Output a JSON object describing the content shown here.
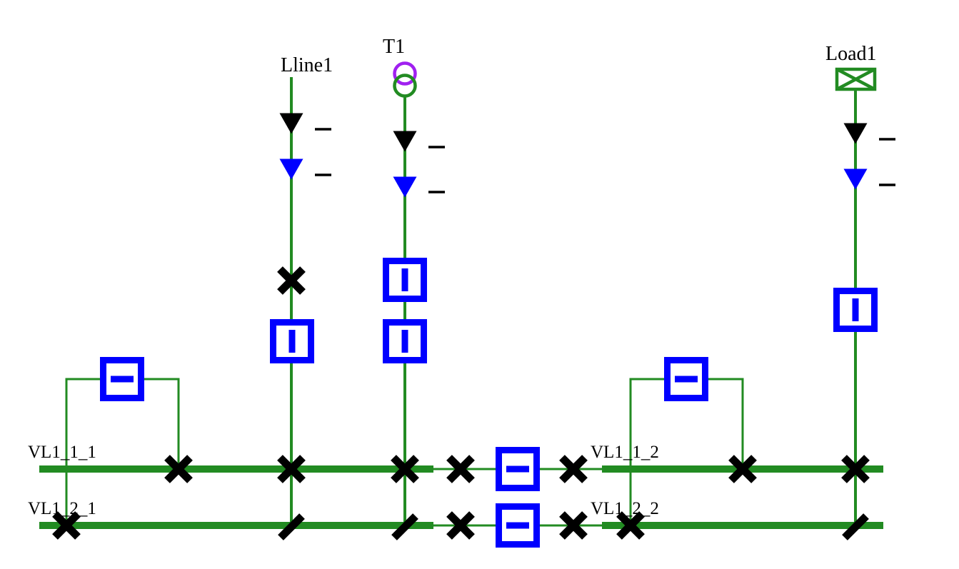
{
  "page": {
    "type": "single-line-diagram",
    "background": "#FFFFFF"
  },
  "labels": {
    "feeders": {
      "line": "Lline1",
      "transformer": "T1",
      "load": "Load1"
    },
    "busbars": {
      "vl1_1_1": "VL1_1_1",
      "vl1_2_1": "VL1_2_1",
      "vl1_1_2": "VL1_1_2",
      "vl1_2_2": "VL1_2_2"
    }
  },
  "colors": {
    "wire": "#228B22",
    "switch": "#0000FF",
    "transformer_secondary": "#A020F0",
    "mark": "#000000",
    "background": "#FFFFFF"
  },
  "equipment": {
    "feeders": [
      {
        "label": "Lline1",
        "type": "line",
        "flow_arrows": [
          "active:down",
          "reactive:down"
        ],
        "switches": [
          "disconnector:closed",
          "breaker:closed"
        ],
        "connection_VL1_1_1": "closed",
        "connection_VL1_2_1": "open"
      },
      {
        "label": "T1",
        "type": "two-winding-transformer",
        "flow_arrows": [
          "active:down",
          "reactive:down"
        ],
        "switches": [
          "breaker:closed",
          "breaker:closed"
        ],
        "connection_VL1_1_1": "closed",
        "connection_VL1_2_1": "open"
      },
      {
        "label": "Load1",
        "type": "load",
        "flow_arrows": [
          "active:down",
          "reactive:down"
        ],
        "switches": [
          "breaker:closed"
        ],
        "connection_VL1_1_2": "closed",
        "connection_VL1_2_2": "open"
      }
    ],
    "couplers": [
      {
        "name": "left-bus-coupler",
        "breaker": "open",
        "connection_VL1_1_1": "closed",
        "connection_VL1_2_1": "closed"
      },
      {
        "name": "right-bus-coupler",
        "breaker": "open",
        "connection_VL1_1_2": "closed",
        "connection_VL1_2_2": "closed"
      },
      {
        "name": "section-coupler-bus1",
        "breaker": "open",
        "disconnectors": [
          "closed",
          "closed"
        ],
        "connects": [
          "VL1_1_1",
          "VL1_1_2"
        ]
      },
      {
        "name": "section-coupler-bus2",
        "breaker": "open",
        "disconnectors": [
          "closed",
          "closed"
        ],
        "connects": [
          "VL1_2_1",
          "VL1_2_2"
        ]
      }
    ]
  }
}
